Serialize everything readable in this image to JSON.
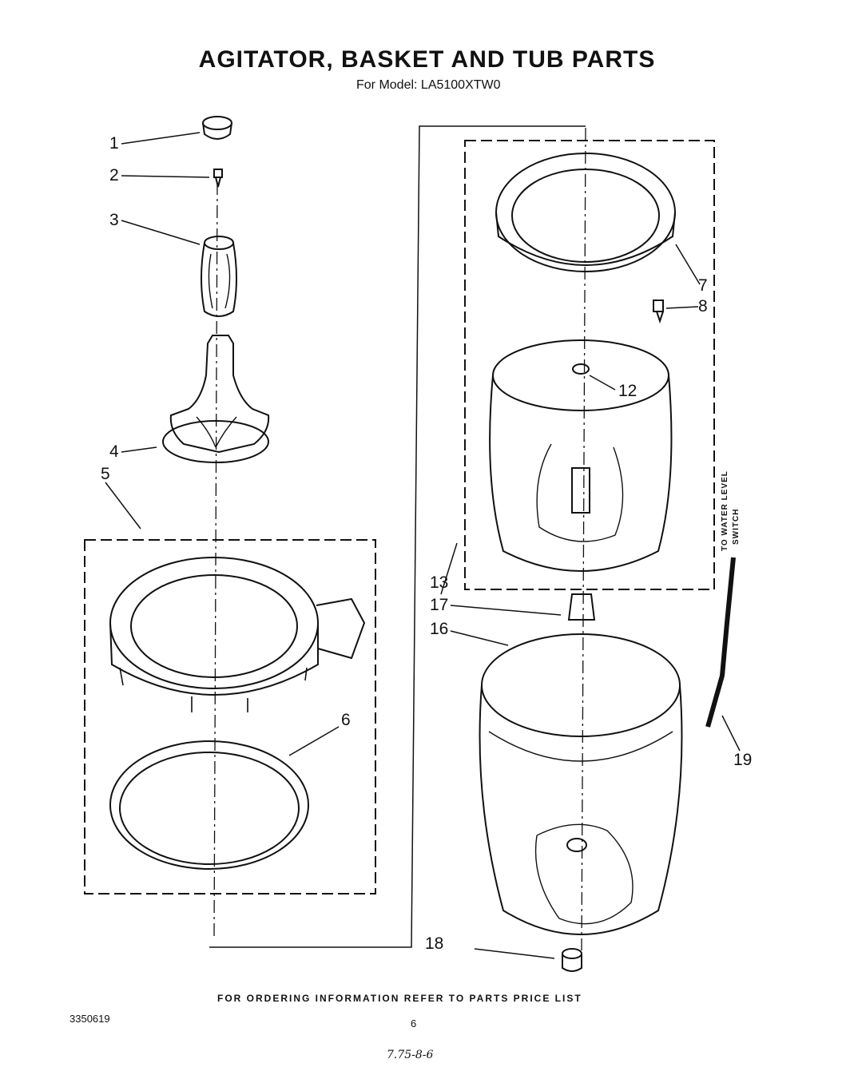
{
  "header": {
    "title": "AGITATOR, BASKET AND TUB PARTS",
    "subtitle": "For Model: LA5100XTW0"
  },
  "callouts": [
    "1",
    "2",
    "3",
    "4",
    "5",
    "6",
    "7",
    "8",
    "12",
    "13",
    "16",
    "17",
    "18",
    "19"
  ],
  "side_note": {
    "line1": "TO WATER LEVEL",
    "line2": "SWITCH"
  },
  "footer": {
    "ordering_note": "FOR ORDERING INFORMATION REFER TO PARTS PRICE LIST",
    "doc_number": "3350619",
    "page_number": "6",
    "handwritten": "7.75-8-6"
  }
}
